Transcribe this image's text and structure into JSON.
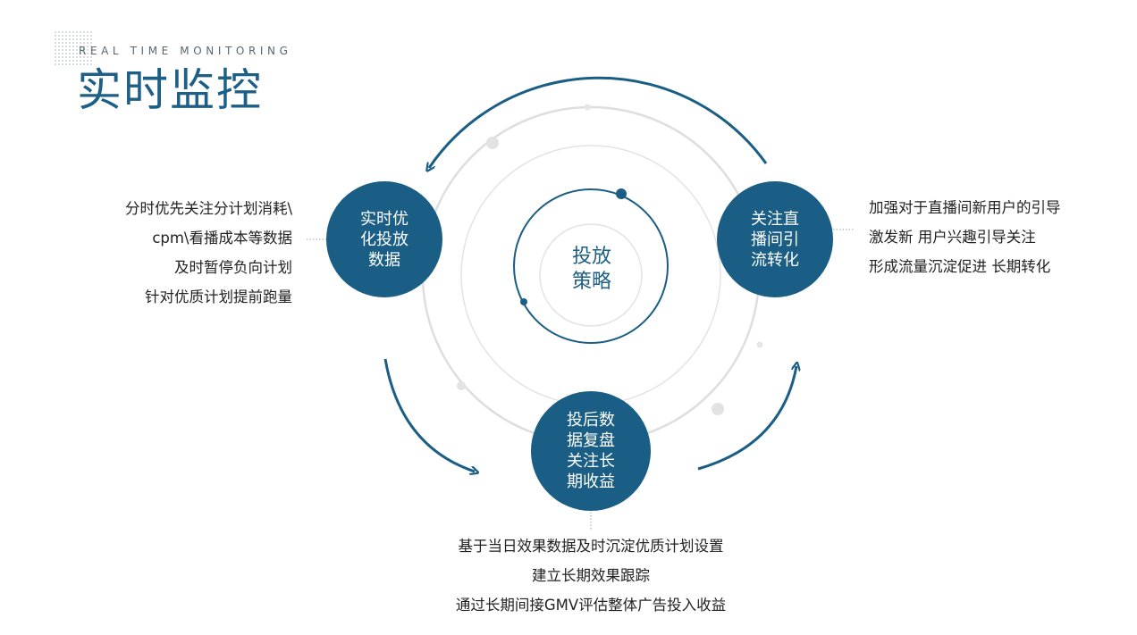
{
  "header": {
    "subtitle": "REAL TIME MONITORING",
    "title": "实时监控"
  },
  "center": {
    "line1": "投放",
    "line2": "策略"
  },
  "nodes": {
    "left": {
      "lines": [
        "实时优",
        "化投放",
        "数据"
      ]
    },
    "right": {
      "lines": [
        "关注直",
        "播间引",
        "流转化"
      ]
    },
    "bottom": {
      "lines": [
        "投后数",
        "据复盘",
        "关注长",
        "期收益"
      ]
    }
  },
  "descriptions": {
    "left": [
      "分时优先关注分计划消耗\\",
      "cpm\\看播成本等数据",
      "及时暂停负向计划",
      "针对优质计划提前跑量"
    ],
    "right": [
      "加强对于直播间新用户的引导",
      "激发新 用户兴趣引导关注",
      "形成流量沉淀促进 长期转化"
    ],
    "bottom": [
      "基于当日效果数据及时沉淀优质计划设置",
      "建立长期效果跟踪",
      "通过长期间接GMV评估整体广告投入收益"
    ]
  },
  "colors": {
    "accent": "#1a5e85",
    "ring": "#dcdcdc",
    "text": "#222222"
  }
}
